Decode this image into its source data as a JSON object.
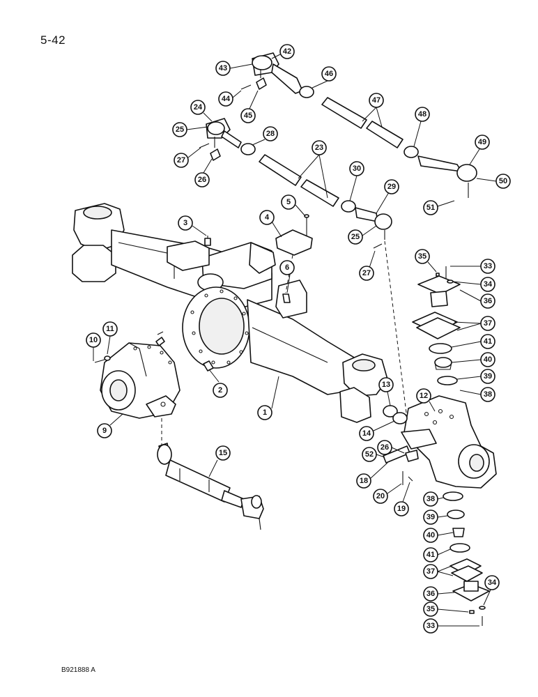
{
  "page_number": "5-42",
  "reference_code": "B921888 A",
  "callouts": [
    {
      "label": "1"
    },
    {
      "label": "2"
    },
    {
      "label": "3"
    },
    {
      "label": "4"
    },
    {
      "label": "5"
    },
    {
      "label": "6"
    },
    {
      "label": "9"
    },
    {
      "label": "10"
    },
    {
      "label": "11"
    },
    {
      "label": "12"
    },
    {
      "label": "13"
    },
    {
      "label": "14"
    },
    {
      "label": "15"
    },
    {
      "label": "18"
    },
    {
      "label": "19"
    },
    {
      "label": "20"
    },
    {
      "label": "23"
    },
    {
      "label": "24"
    },
    {
      "label": "25"
    },
    {
      "label": "25"
    },
    {
      "label": "26"
    },
    {
      "label": "26"
    },
    {
      "label": "27"
    },
    {
      "label": "27"
    },
    {
      "label": "28"
    },
    {
      "label": "29"
    },
    {
      "label": "30"
    },
    {
      "label": "33"
    },
    {
      "label": "33"
    },
    {
      "label": "34"
    },
    {
      "label": "34"
    },
    {
      "label": "35"
    },
    {
      "label": "35"
    },
    {
      "label": "36"
    },
    {
      "label": "36"
    },
    {
      "label": "37"
    },
    {
      "label": "37"
    },
    {
      "label": "38"
    },
    {
      "label": "38"
    },
    {
      "label": "39"
    },
    {
      "label": "39"
    },
    {
      "label": "40"
    },
    {
      "label": "40"
    },
    {
      "label": "41"
    },
    {
      "label": "41"
    },
    {
      "label": "42"
    },
    {
      "label": "43"
    },
    {
      "label": "44"
    },
    {
      "label": "45"
    },
    {
      "label": "46"
    },
    {
      "label": "47"
    },
    {
      "label": "48"
    },
    {
      "label": "49"
    },
    {
      "label": "50"
    },
    {
      "label": "51"
    },
    {
      "label": "52"
    }
  ]
}
